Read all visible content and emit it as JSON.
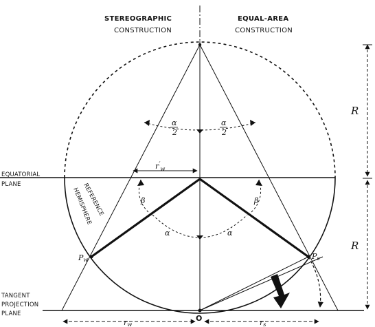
{
  "headings": {
    "left_line1": "STEREOGRAPHIC",
    "left_line2": "CONSTRUCTION",
    "right_line1": "EQUAL-AREA",
    "right_line2": "CONSTRUCTION"
  },
  "plane_labels": {
    "equatorial_line1": "EQUATORIAL",
    "equatorial_line2": "PLANE",
    "tangent_line1": "TANGENT",
    "tangent_line2": "PROJECTION",
    "tangent_line3": "PLANE"
  },
  "hemisphere_labels": {
    "reference": "REFERENCE",
    "hemisphere": "HEMISPHERE"
  },
  "symbols": {
    "alpha": "α",
    "beta": "β",
    "alpha_half_num": "α",
    "alpha_half_den": "2",
    "point_w": "P",
    "point_w_sub": "w",
    "point_s": "P",
    "point_s_sub": "s",
    "origin": "O",
    "radius": "R",
    "r_w": "r",
    "r_w_sub": "w",
    "r_w_prime": "r",
    "r_w_prime_sub": "w",
    "r_w_prime_mark": "′",
    "r_s": "r",
    "r_s_sub": "s"
  }
}
